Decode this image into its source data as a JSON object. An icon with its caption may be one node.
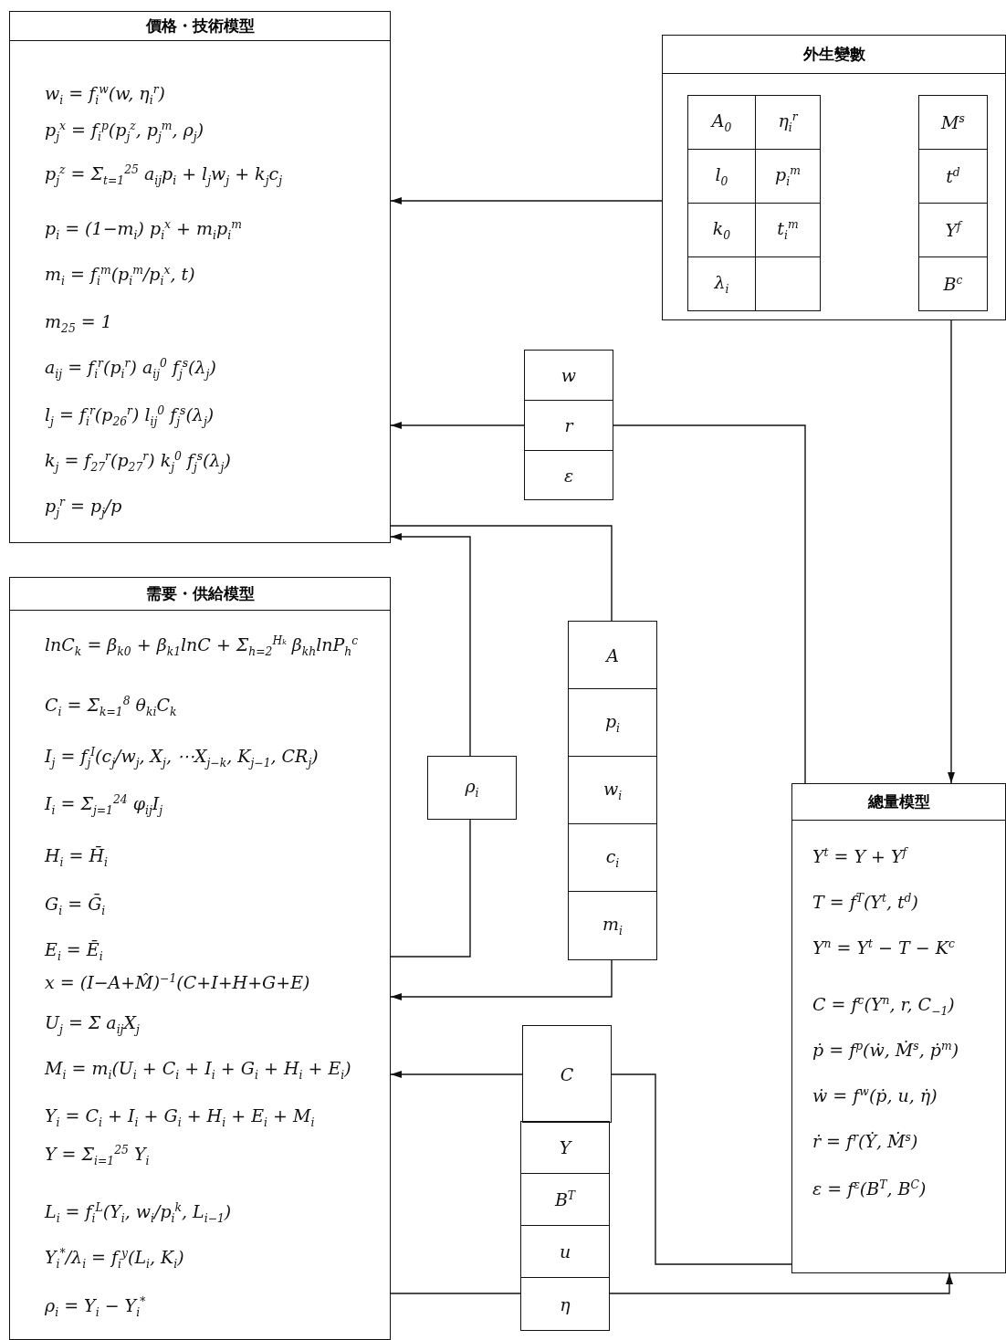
{
  "diagram": {
    "nodes": [
      {
        "text": [
          "價格・技術模型",
          "w$_{i}$ = f$_{i}$$^{w}$(w, η$_{i}$$^{r}$)",
          "p$_{j}$$^{x}$ = f$_{i}$$^{p}$(p$_{j}$$^{z}$, p$_{j}$$^{m}$, ρ$_{j}$)",
          "p$_{j}$$^{z}$ = Σ$_{t=1}$$^{25}$ a$_{ij}$p$_{i}$ + l$_{j}$w$_{j}$ + k$_{j}$c$_{j}$",
          "p$_{i}$ = (1−m$_{i}$) p$_{i}$$^{x}$ + m$_{i}$p$_{i}$$^{m}$",
          "m$_{i}$ = f$_{i}$$^{m}$(p$_{i}$$^{m}$/p$_{i}$$^{x}$, t)",
          "m$_{25}$ = 1",
          "a$_{ij}$ = f$_{i}$$^{r}$(p$_{i}$$^{r}$) a$_{ij}$$^{0}$ f$_{j}$$^{s}$(λ$_{j}$)",
          "l$_{j}$ = f$_{i}$$^{r}$(p$_{26}$$^{r}$) l$_{ij}$$^{0}$ f$_{j}$$^{s}$(λ$_{j}$)",
          "k$_{j}$ = f$_{27}$$^{r}$(p$_{27}$$^{r}$) k$_{j}$$^{0}$ f$_{j}$$^{s}$(λ$_{j}$)",
          "p$_{j}$$^{r}$ = p$_{j}$/p"
        ]
      },
      {
        "text": [
          "外生變數"
        ]
      },
      {
        "text": [
          "A$_{0}$"
        ],
        "in": 1
      },
      {
        "text": [
          "η$_{i}$$^{r}$"
        ],
        "in": 1
      },
      {
        "text": [
          "M$^{s}$"
        ],
        "in": 1
      },
      {
        "text": [
          "l$_{0}$"
        ],
        "in": 1
      },
      {
        "text": [
          "p$_{i}$$^{m}$"
        ],
        "in": 1
      },
      {
        "text": [
          "t$^{d}$"
        ],
        "in": 1
      },
      {
        "text": [
          "k$_{0}$"
        ],
        "in": 1
      },
      {
        "text": [
          "t$_{i}$$^{m}$"
        ],
        "in": 1
      },
      {
        "text": [
          "Y$^{f}$"
        ],
        "in": 1
      },
      {
        "text": [
          "λ$_{i}$"
        ],
        "in": 1
      },
      {
        "text": [],
        "shape": "box",
        "in": 1
      },
      {
        "text": [
          "B$^{c}$"
        ],
        "in": 1
      },
      {
        "text": [
          "w"
        ]
      },
      {
        "text": [
          "r"
        ]
      },
      {
        "text": [
          "ε"
        ]
      },
      {
        "text": [
          "需要・供給模型",
          "lnC$_{k}$ = β$_{k0}$ + β$_{k1}$lnC + Σ$_{h=2}$$^{Hₖ}$ β$_{kh}$lnP$_{h}$$^{c}$",
          "C$_{i}$ = Σ$_{k=1}$$^{8}$ θ$_{ki}$C$_{k}$",
          "I$_{j}$ = f$_{j}$$^{I}$(c$_{j}$/w$_{j}$, X$_{j}$, ⋯X$_{j−k}$, K$_{j−1}$, CR$_{j}$)",
          "I$_{i}$ = Σ$_{j=1}$$^{24}$ φ$_{ij}$I$_{j}$",
          "H$_{i}$ = H̄$_{i}$",
          "G$_{i}$ = Ḡ$_{i}$",
          "E$_{i}$ = Ē$_{i}$",
          "x = (I−A+M̂)$^{−1}$(C+I+H+G+E)",
          "U$_{j}$ = Σ a$_{ij}$X$_{j}$",
          "M$_{i}$ = m$_{i}$(U$_{i}$ + C$_{i}$ + I$_{i}$ + G$_{i}$ + H$_{i}$ + E$_{i}$)",
          "Y$_{i}$ = C$_{i}$ + I$_{i}$ + G$_{i}$ + H$_{i}$ + E$_{i}$ + M$_{i}$",
          "Y = Σ$_{i=1}$$^{25}$ Y$_{i}$",
          "L$_{i}$ = f$_{i}$$^{L}$(Y$_{i}$, w$_{i}$/p$_{i}$$^{k}$, L$_{i−1}$)",
          "Y$_{i}$$^{*}$/λ$_{i}$ = f$_{i}$$^{y}$(L$_{i}$, K$_{i}$)",
          "ρ$_{i}$ = Y$_{i}$ − Y$_{i}$$^{*}$"
        ]
      },
      {
        "text": [
          "ρ$_{i}$"
        ]
      },
      {
        "text": [
          "A"
        ]
      },
      {
        "text": [
          "p$_{i}$"
        ]
      },
      {
        "text": [
          "w$_{i}$"
        ]
      },
      {
        "text": [
          "c$_{i}$"
        ]
      },
      {
        "text": [
          "m$_{i}$"
        ]
      },
      {
        "text": [
          "總量模型",
          "Y$^{t}$ = Y + Y$^{f}$",
          "T = f$^{T}$(Y$^{t}$, t$^{d}$)",
          "Y$^{n}$ = Y$^{t}$ − T − K$^{c}$",
          "C = f$^{c}$(Y$^{n}$, r, C$_{−1}$)",
          "ṗ = f$^{p}$(ẇ, Ṁ$^{s}$, ṗ$^{m}$)",
          "ẇ = f$^{w}$(ṗ, u, η̇)",
          "ṙ = f$^{r}$(Ẏ, Ṁ$^{s}$)",
          "ε = f$^{ε}$(B$^{T}$, B$^{C}$)"
        ]
      },
      {
        "text": [
          "C"
        ]
      },
      {
        "text": [
          "Y"
        ]
      },
      {
        "text": [
          "B$^{T}$"
        ]
      },
      {
        "text": [
          "u"
        ]
      },
      {
        "text": [
          "η"
        ]
      }
    ],
    "edges": [
      {
        "from": 1,
        "to": 0,
        "arrow": "to"
      },
      {
        "from": 1,
        "to": 24,
        "arrow": "to"
      },
      {
        "from": 24,
        "to": 15,
        "arrow": "none"
      },
      {
        "from": 15,
        "to": 0,
        "arrow": "to"
      },
      {
        "from": 19,
        "to": 0,
        "arrow": "none"
      },
      {
        "from": 18,
        "to": 0,
        "arrow": "to"
      },
      {
        "from": 17,
        "to": 18,
        "arrow": "none"
      },
      {
        "from": 23,
        "to": 17,
        "arrow": "to"
      },
      {
        "from": 24,
        "to": 25,
        "arrow": "none"
      },
      {
        "from": 25,
        "to": 17,
        "arrow": "to"
      },
      {
        "from": 17,
        "to": 29,
        "arrow": "none"
      },
      {
        "from": 29,
        "to": 24,
        "arrow": "to"
      }
    ]
  }
}
